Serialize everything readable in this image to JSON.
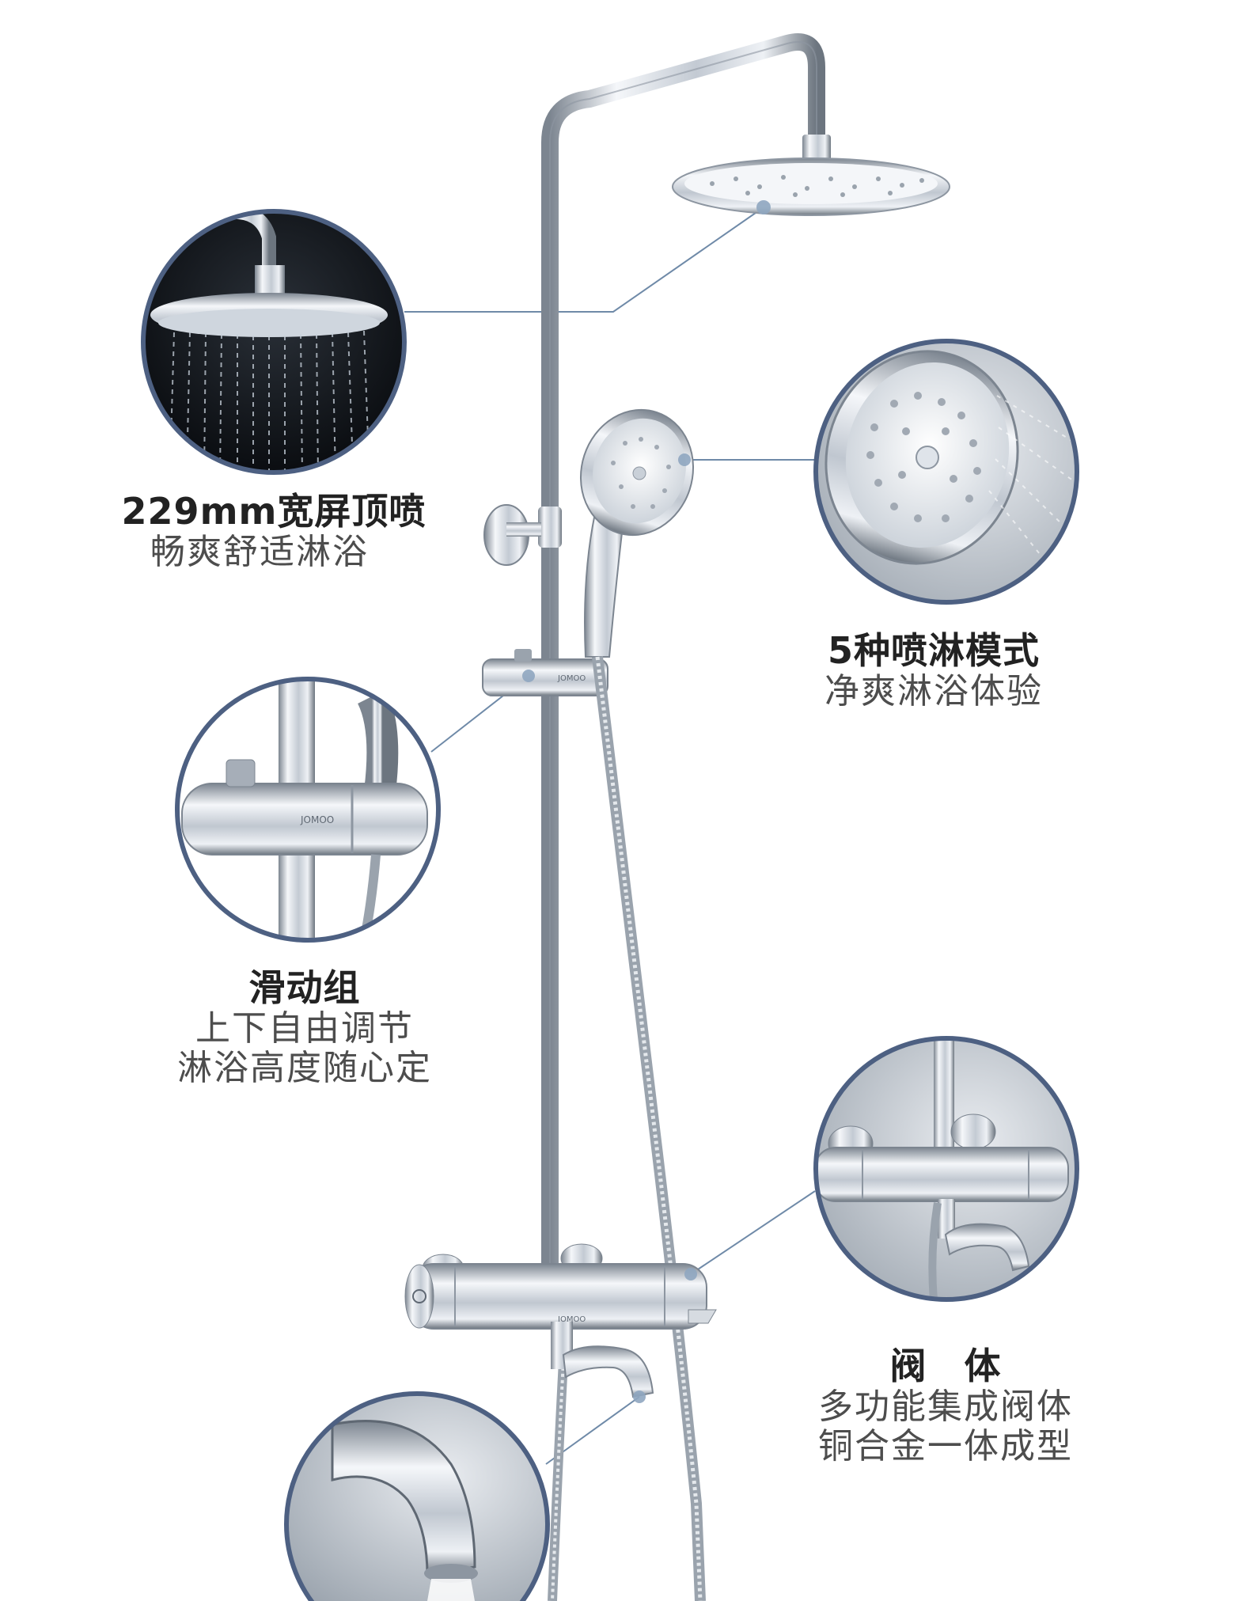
{
  "colors": {
    "ring": "#4d6082",
    "leader": "#6f8aa8",
    "dot": "#8fa6c0",
    "title": "#222222",
    "subtitle": "#4d4d4d",
    "chrome_light": "#f2f4f7",
    "chrome_mid": "#aeb6c0",
    "chrome_dark": "#5f6873"
  },
  "callouts": [
    {
      "id": "head-shower",
      "title": "229mm宽屏顶喷",
      "lines": [
        "畅爽舒适淋浴"
      ]
    },
    {
      "id": "hand-shower",
      "title": "5种喷淋模式",
      "lines": [
        "净爽淋浴体验"
      ]
    },
    {
      "id": "slider",
      "title": "滑动组",
      "lines": [
        "上下自由调节",
        "淋浴高度随心定"
      ]
    },
    {
      "id": "valve",
      "title": "阀　体",
      "lines": [
        "多功能集成阀体",
        "铜合金一体成型"
      ]
    }
  ],
  "brand": {
    "slider_logo": "JOMOO",
    "valve_logo": "JOMOO"
  }
}
